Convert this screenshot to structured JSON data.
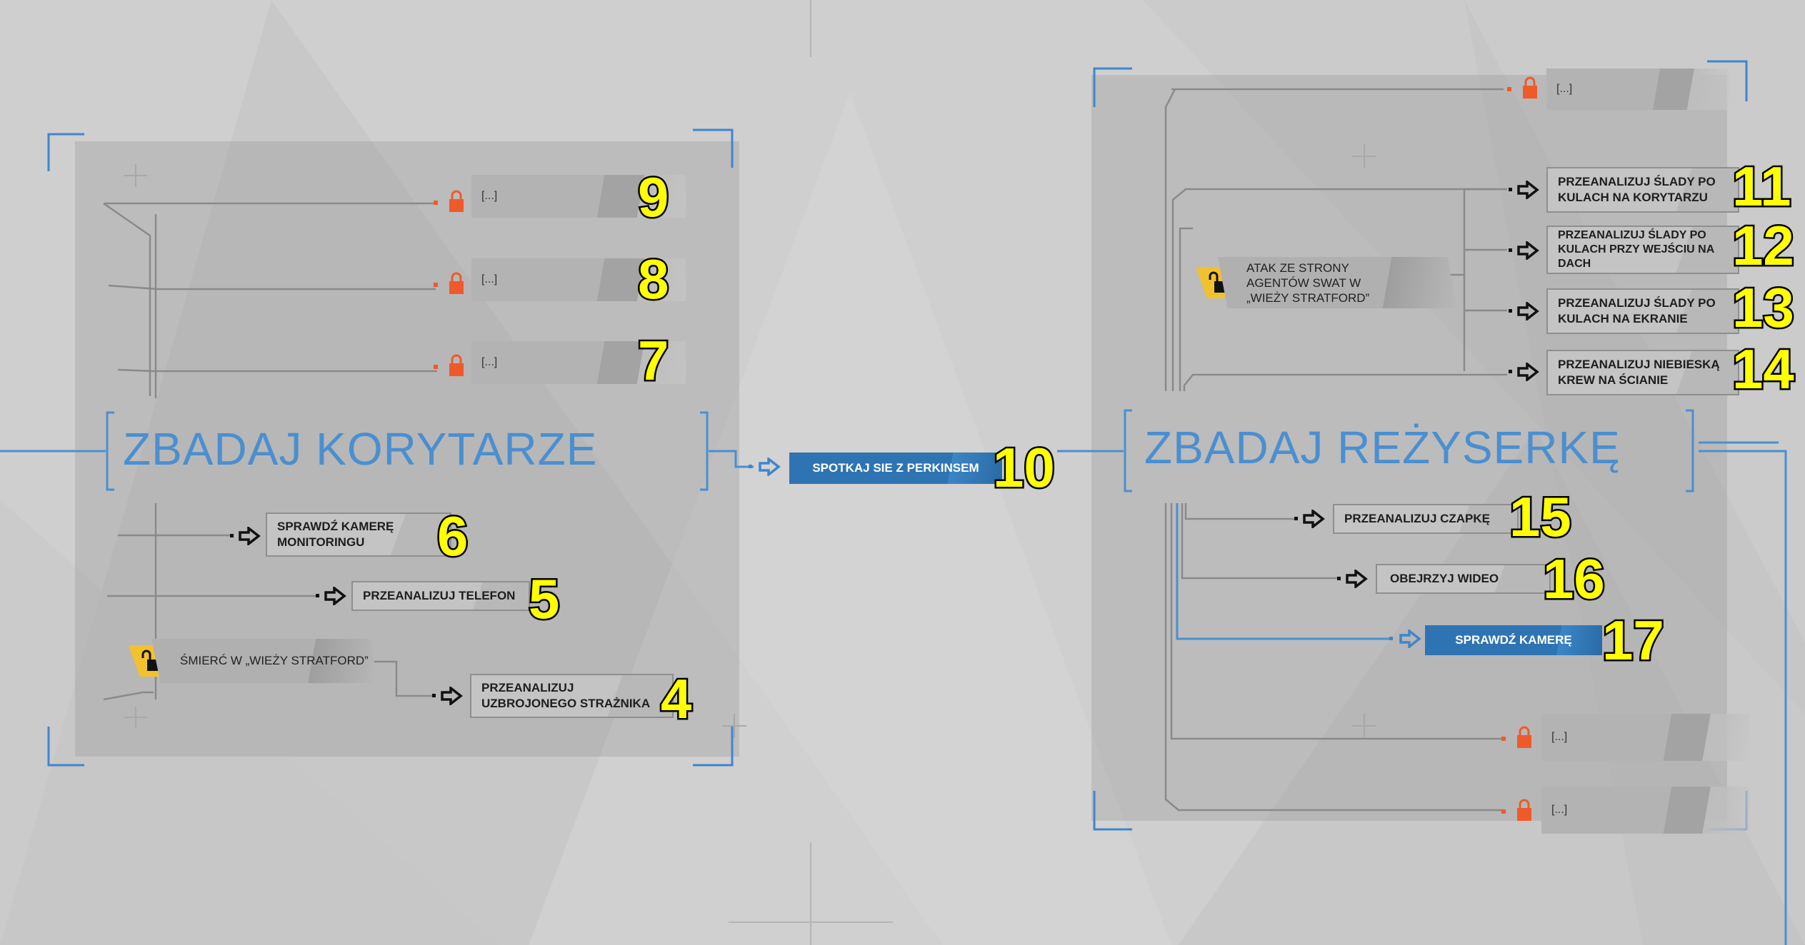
{
  "colors": {
    "accent_blue": "#2e74b3",
    "title_blue": "#4a8fd0",
    "lock_orange": "#ef5a2a",
    "event_yellow": "#f2c12e",
    "number_yellow": "#ffff00"
  },
  "left_section": {
    "title": "ZBADAJ KORYTARZE",
    "locked_placeholder": "[...]",
    "event_label": "ŚMIERĆ W „WIEŻY STRATFORD”",
    "tasks": [
      {
        "label": "SPRAWDŹ KAMERĘ\nMONITORINGU",
        "number": "6"
      },
      {
        "label": "PRZEANALIZUJ TELEFON",
        "number": "5"
      },
      {
        "label": "PRZEANALIZUJ\nUZBROJONEGO STRAŻNIKA",
        "number": "4"
      }
    ],
    "locked_numbers": [
      "9",
      "8",
      "7"
    ]
  },
  "center": {
    "label": "SPOTKAJ SIE Z PERKINSEM",
    "number": "10"
  },
  "right_section": {
    "title": "ZBADAJ REŻYSERKĘ",
    "locked_placeholder": "[...]",
    "event_label": "ATAK ZE STRONY\nAGENTÓW SWAT W\n„WIEŻY STRATFORD”",
    "upper_tasks": [
      {
        "label": "PRZEANALIZUJ ŚLADY PO\nKULACH NA KORYTARZU",
        "number": "11"
      },
      {
        "label": "PRZEANALIZUJ ŚLADY PO\nKULACH PRZY WEJŚCIU NA\nDACH",
        "number": "12"
      },
      {
        "label": "PRZEANALIZUJ ŚLADY PO\nKULACH NA EKRANIE",
        "number": "13"
      },
      {
        "label": "PRZEANALIZUJ NIEBIESKĄ\nKREW NA ŚCIANIE",
        "number": "14"
      }
    ],
    "lower_tasks": [
      {
        "label": "PRZEANALIZUJ CZAPKĘ",
        "number": "15"
      },
      {
        "label": "OBEJRZYJ WIDEO",
        "number": "16"
      },
      {
        "label": "SPRAWDŹ KAMERĘ",
        "number": "17",
        "active": true
      }
    ]
  },
  "icons": {
    "lock": "lock-icon",
    "unlock": "unlocked-padlock-icon",
    "arrow": "arrow-right-icon"
  }
}
